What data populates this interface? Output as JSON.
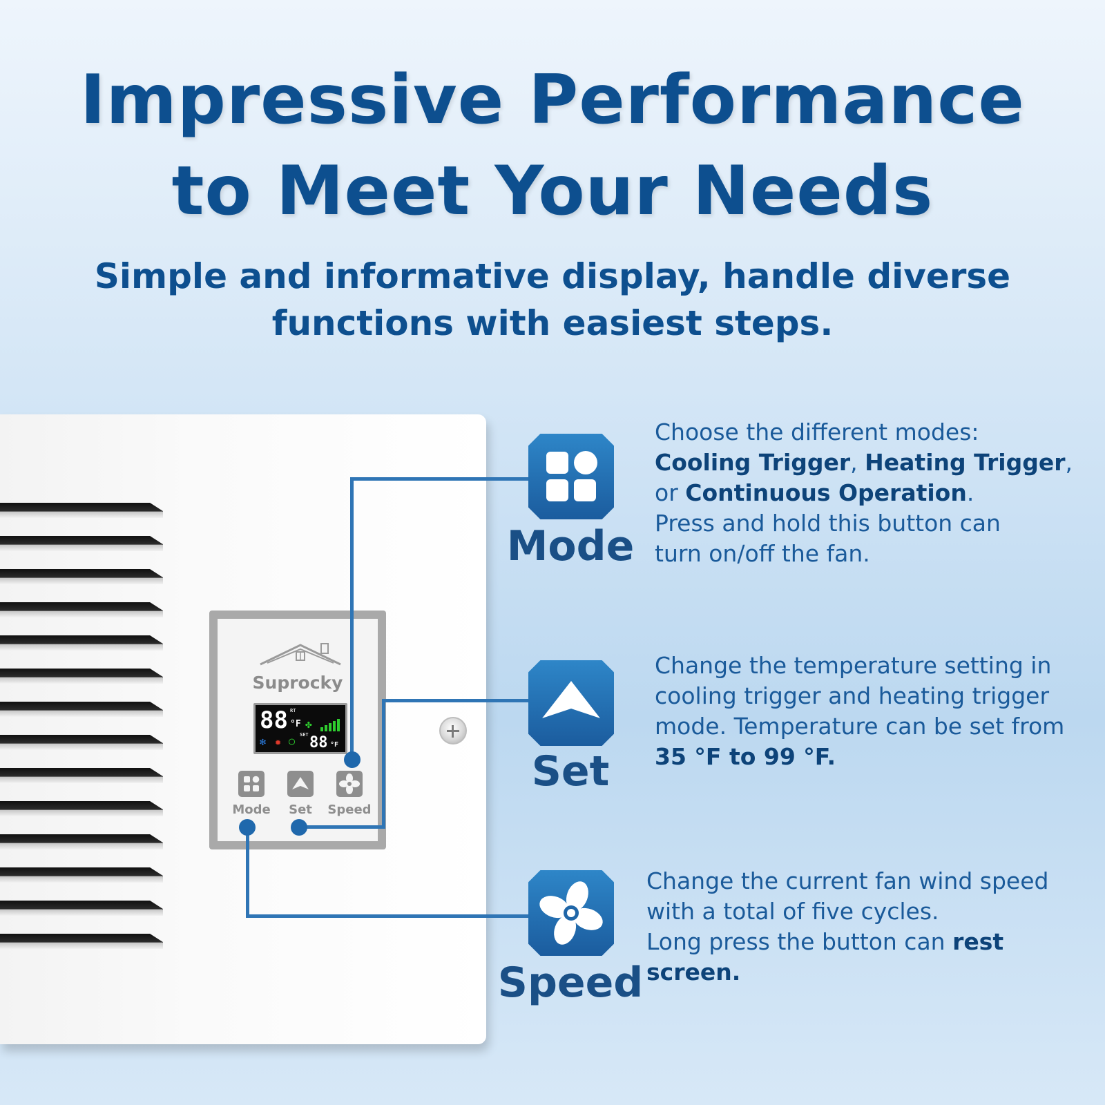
{
  "headline": {
    "line1": "Impressive Performance",
    "line2": "to Meet Your Needs"
  },
  "subheadline": {
    "line1": "Simple and informative display, handle diverse",
    "line2": "functions with easiest steps."
  },
  "thermostat": {
    "brand": "Suprocky",
    "lcd": {
      "room_temp": "88",
      "room_unit": "°F",
      "room_label": "RT",
      "set_temp": "88",
      "set_unit": "°F",
      "set_label": "SET",
      "fan_level_bars": 5
    },
    "buttons": {
      "mode_label": "Mode",
      "set_label": "Set",
      "speed_label": "Speed"
    }
  },
  "features": {
    "mode": {
      "label": "Mode",
      "icon": "mode-grid-icon",
      "text_1": "Choose the different modes:",
      "bold_1": "Cooling Trigger",
      "text_2": ", ",
      "bold_2": "Heating Trigger",
      "text_3": ",",
      "text_4": "or ",
      "bold_3": "Continuous Operation",
      "text_5": ".",
      "text_6": "Press and hold this button can",
      "text_7": "turn on/off the fan."
    },
    "set": {
      "label": "Set",
      "icon": "up-arrow-icon",
      "text_1": "Change the temperature setting in",
      "text_2": "cooling trigger and heating trigger",
      "text_3": "mode. Temperature can be set from",
      "bold_1": "35 °F to 99 °F."
    },
    "speed": {
      "label": "Speed",
      "icon": "fan-icon",
      "text_1": "Change the current fan wind speed",
      "text_2": "with a total of five cycles.",
      "text_3": "Long press the button can ",
      "bold_1": "rest screen."
    }
  },
  "colors": {
    "title": "#0d4f8f",
    "icon_blue": "#2e86c8",
    "line_blue": "#2f75b5"
  }
}
